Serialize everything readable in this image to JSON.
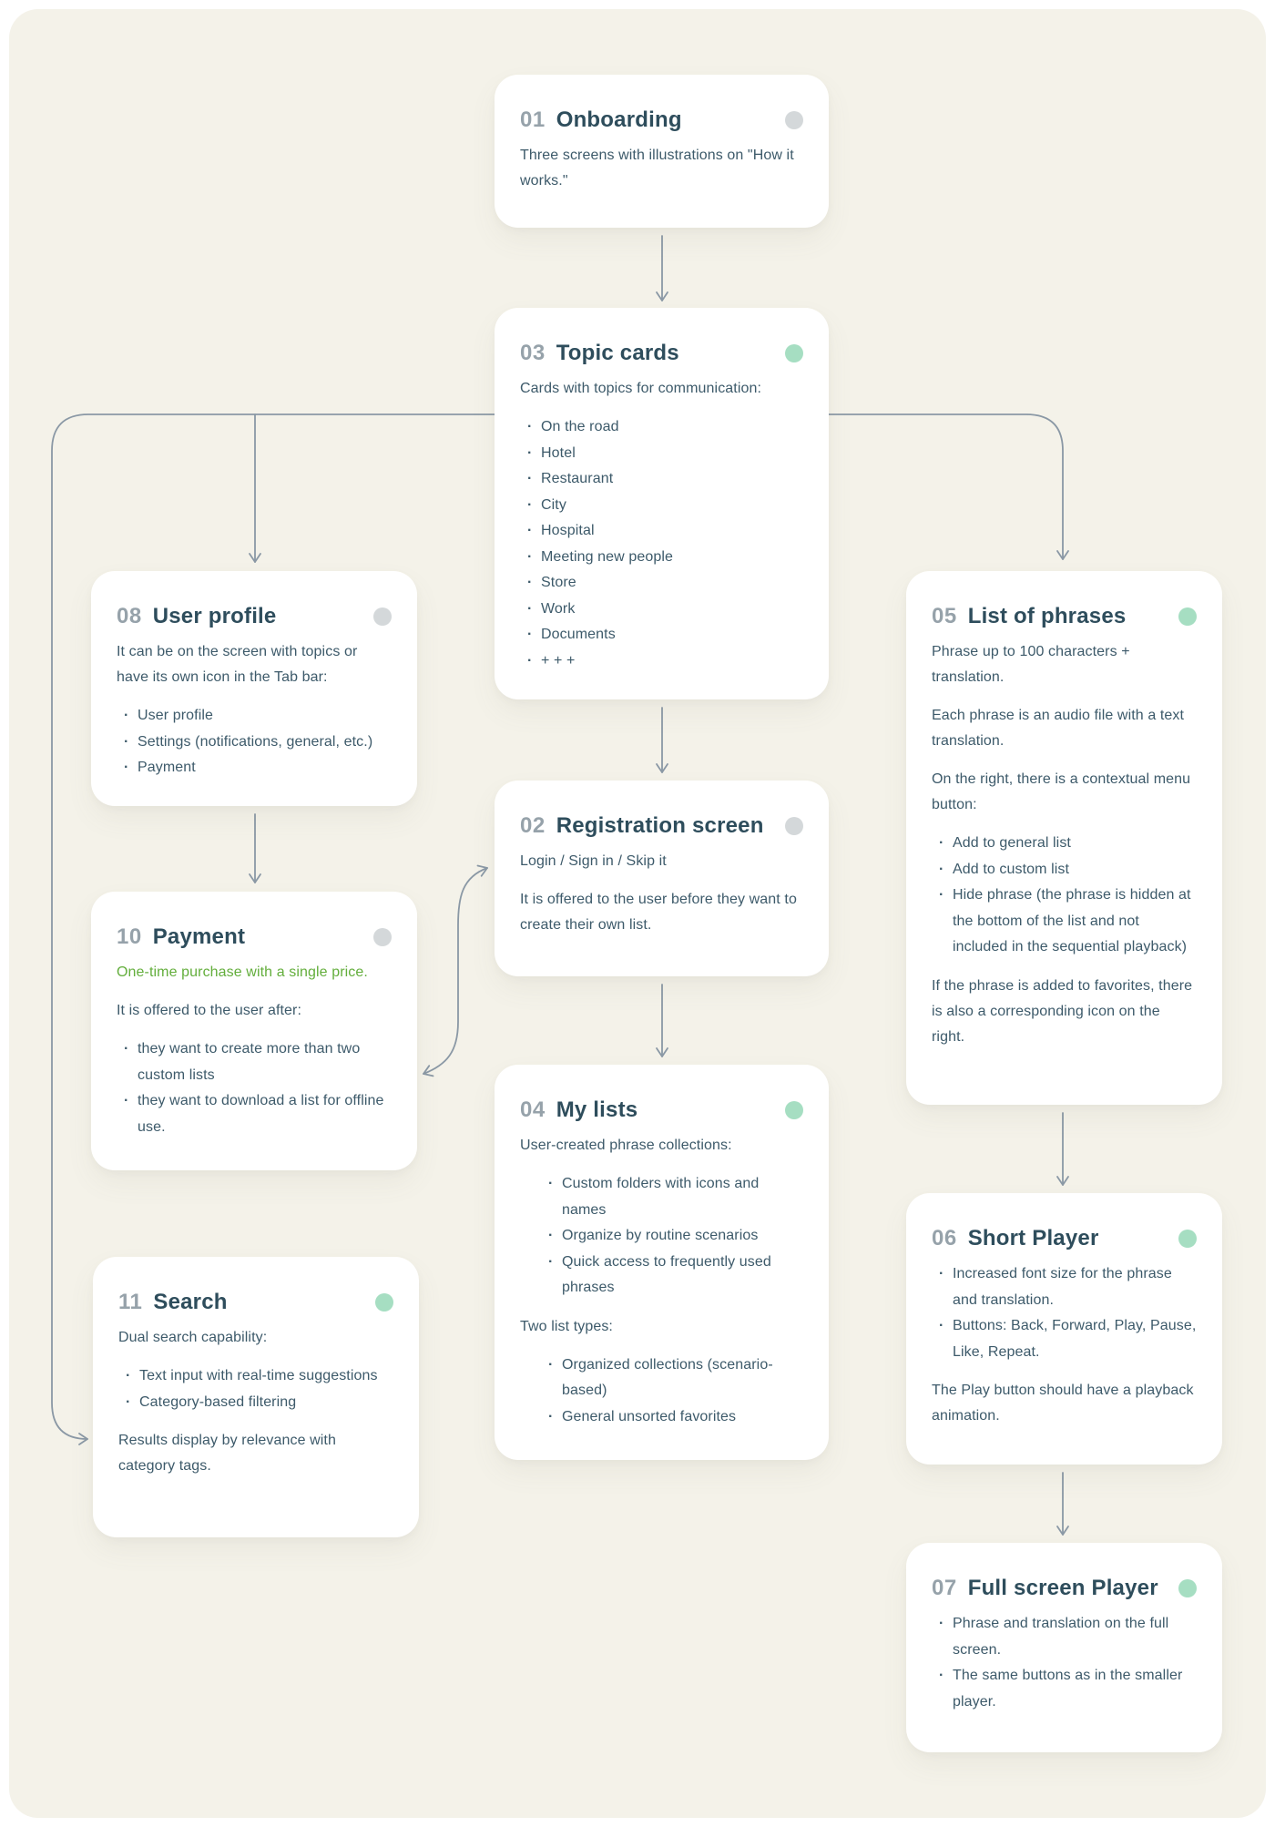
{
  "colors": {
    "board_background": "#F4F2E9",
    "card_background": "#FFFFFF",
    "title_text": "#2E4D5C",
    "body_text": "#3D5A6A",
    "number_text": "#96A2AA",
    "connector": "#8A98A5",
    "status_green": "#A6DEC2",
    "status_gray": "#D4D8DA",
    "highlight_green": "#63AE3C"
  },
  "cards": {
    "onboarding": {
      "number": "01",
      "title": "Onboarding",
      "status_color": "gray",
      "blocks": [
        {
          "type": "p",
          "text": "Three screens with illustrations on \"How it works.\""
        }
      ]
    },
    "topic_cards": {
      "number": "03",
      "title": "Topic cards",
      "status_color": "green",
      "blocks": [
        {
          "type": "p",
          "text": "Cards with topics for communication:"
        },
        {
          "type": "ul",
          "items": [
            "On the road",
            "Hotel",
            "Restaurant",
            "City",
            "Hospital",
            "Meeting new people",
            "Store",
            "Work",
            "Documents",
            "+ + +"
          ]
        }
      ]
    },
    "user_profile": {
      "number": "08",
      "title": "User profile",
      "status_color": "gray",
      "blocks": [
        {
          "type": "p",
          "text": "It can be on the screen with topics or have its own icon in the Tab bar:"
        },
        {
          "type": "ul",
          "items": [
            "User profile",
            "Settings (notifications, general, etc.)",
            "Payment"
          ]
        }
      ]
    },
    "payment": {
      "number": "10",
      "title": "Payment",
      "status_color": "gray",
      "blocks": [
        {
          "type": "p-green",
          "text": "One-time purchase with a single price."
        },
        {
          "type": "p",
          "text": "It is offered to the user after:"
        },
        {
          "type": "ul",
          "items": [
            "they want to create more than two custom lists",
            "they want to download a list for offline use."
          ]
        }
      ]
    },
    "registration": {
      "number": "02",
      "title": "Registration screen",
      "status_color": "gray",
      "blocks": [
        {
          "type": "p",
          "text": "Login / Sign in / Skip it"
        },
        {
          "type": "p",
          "text": "It is offered to the user before they want to create their own list."
        }
      ]
    },
    "my_lists": {
      "number": "04",
      "title": "My lists",
      "status_color": "green",
      "blocks": [
        {
          "type": "p",
          "text": "User-created phrase collections:"
        },
        {
          "type": "ul",
          "deep": true,
          "items": [
            "Custom folders with icons and names",
            "Organize by routine scenarios",
            "Quick access to frequently used phrases"
          ]
        },
        {
          "type": "p",
          "text": "Two list types:"
        },
        {
          "type": "ul",
          "deep": true,
          "items": [
            "Organized collections (scenario-based)",
            "General unsorted favorites"
          ]
        }
      ]
    },
    "list_of_phrases": {
      "number": "05",
      "title": "List of phrases",
      "status_color": "green",
      "blocks": [
        {
          "type": "p",
          "text": "Phrase up to 100 characters + translation."
        },
        {
          "type": "p",
          "text": "Each phrase is an audio file with a text translation."
        },
        {
          "type": "p",
          "text": "On the right, there is a contextual menu button:"
        },
        {
          "type": "ul",
          "items": [
            "Add to general list",
            "Add to custom list",
            "Hide phrase (the phrase is hidden at the bottom of the list and not included in the sequential playback)"
          ]
        },
        {
          "type": "p",
          "text": "If the phrase is added to favorites, there is also a corresponding icon on the right."
        }
      ]
    },
    "short_player": {
      "number": "06",
      "title": "Short Player",
      "status_color": "green",
      "blocks": [
        {
          "type": "ul",
          "items": [
            "Increased font size for the phrase and translation.",
            "Buttons: Back, Forward, Play, Pause, Like, Repeat."
          ]
        },
        {
          "type": "p",
          "text": "The Play button should have a playback animation."
        }
      ]
    },
    "full_screen_player": {
      "number": "07",
      "title": "Full screen Player",
      "status_color": "green",
      "blocks": [
        {
          "type": "ul",
          "items": [
            "Phrase and translation on the full screen.",
            "The same buttons as in the smaller player."
          ]
        }
      ]
    },
    "search": {
      "number": "11",
      "title": "Search",
      "status_color": "green",
      "blocks": [
        {
          "type": "p",
          "text": "Dual search capability:"
        },
        {
          "type": "ul",
          "items": [
            "Text input with real-time suggestions",
            "Category-based filtering"
          ]
        },
        {
          "type": "p",
          "text": "Results display by relevance with category tags."
        }
      ]
    }
  },
  "edges": [
    {
      "from": "01 Onboarding",
      "to": "03 Topic cards"
    },
    {
      "from": "03 Topic cards",
      "to": "02 Registration screen"
    },
    {
      "from": "03 Topic cards",
      "to": "08 User profile"
    },
    {
      "from": "03 Topic cards",
      "to": "05 List of phrases"
    },
    {
      "from": "03 Topic cards",
      "to": "11 Search"
    },
    {
      "from": "02 Registration screen",
      "to": "04 My lists"
    },
    {
      "from": "02 Registration screen",
      "to": "10 Payment",
      "bidirectional": true
    },
    {
      "from": "08 User profile",
      "to": "10 Payment"
    },
    {
      "from": "05 List of phrases",
      "to": "06 Short Player"
    },
    {
      "from": "06 Short Player",
      "to": "07 Full screen Player"
    }
  ]
}
